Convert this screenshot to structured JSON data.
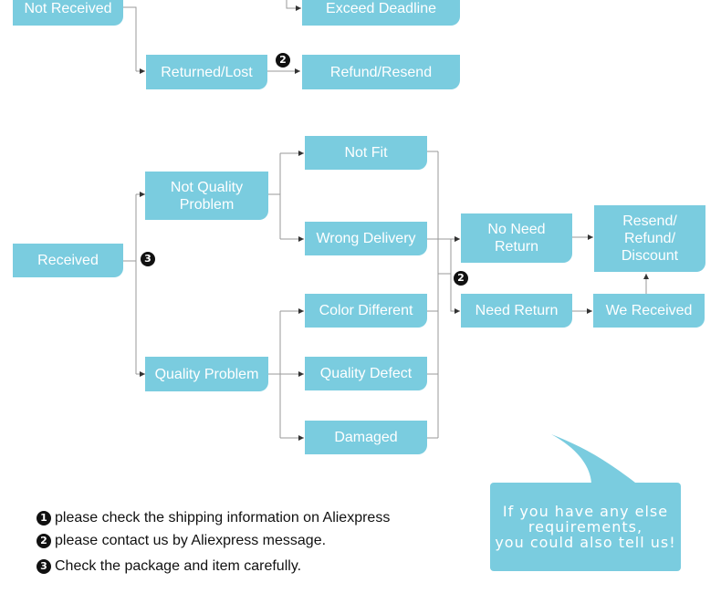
{
  "colors": {
    "box": "#7accdf",
    "box_text": "#ffffff",
    "line": "#999999",
    "badge": "#111111"
  },
  "boxes": {
    "not_received": "Not Received",
    "exceed_deadline": "Exceed Deadline",
    "returned_lost": "Returned/Lost",
    "refund_resend_top": "Refund/Resend",
    "received": "Received",
    "not_quality_problem": "Not Quality\nProblem",
    "quality_problem": "Quality Problem",
    "not_fit": "Not Fit",
    "wrong_delivery": "Wrong Delivery",
    "color_different": "Color Different",
    "quality_defect": "Quality Defect",
    "damaged": "Damaged",
    "no_need_return": "No Need\nReturn",
    "need_return": "Need Return",
    "resend_refund_discount": "Resend/\nRefund/\nDiscount",
    "we_received": "We Received"
  },
  "badges": {
    "one": "1",
    "two": "2",
    "three": "3"
  },
  "notes": [
    {
      "badge": "1",
      "text": "please check the shipping information on Aliexpress"
    },
    {
      "badge": "2",
      "text": "please contact us by Aliexpress message."
    },
    {
      "badge": "3",
      "text": "Check the package and item carefully."
    }
  ],
  "speech_bubble": {
    "text": "If you have any else\nrequirements,\nyou could also tell us!"
  }
}
